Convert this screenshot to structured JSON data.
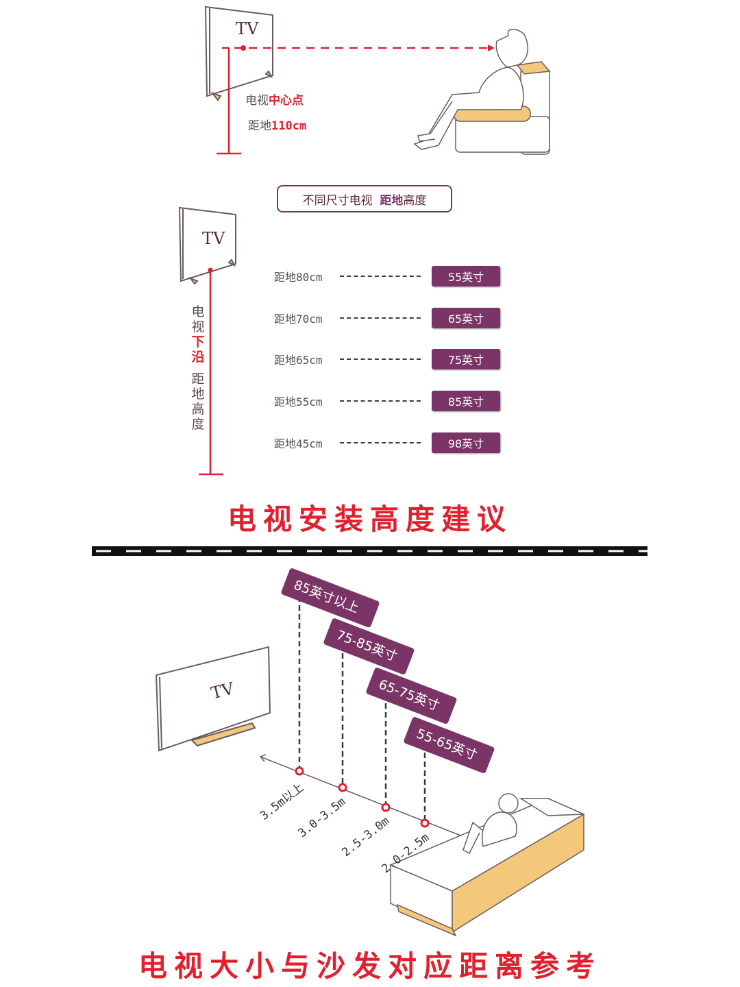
{
  "section1": {
    "tv_label": "TV",
    "center_label_plain": "电视",
    "center_label_bold": "中心点",
    "height_label_plain": "距地",
    "height_label_bold": "110cm"
  },
  "section2": {
    "title_part1": "不同尺寸电视",
    "title_part2": "距地",
    "title_part3": "高度",
    "tv_label": "TV",
    "vertical_label_1": "电视",
    "vertical_label_2": "下沿",
    "vertical_label_3": "距地高度",
    "rows": [
      {
        "distance": "距地80cm",
        "size": "55英寸"
      },
      {
        "distance": "距地70cm",
        "size": "65英寸"
      },
      {
        "distance": "距地65cm",
        "size": "75英寸"
      },
      {
        "distance": "距地55cm",
        "size": "85英寸"
      },
      {
        "distance": "距地45cm",
        "size": "98英寸"
      }
    ],
    "heading": "电视安装高度建议"
  },
  "section3": {
    "tv_label": "TV",
    "tags": [
      {
        "size": "85英寸以上",
        "distance": "3.5m以上"
      },
      {
        "size": "75-85英寸",
        "distance": "3.0-3.5m"
      },
      {
        "size": "65-75英寸",
        "distance": "2.5-3.0m"
      },
      {
        "size": "55-65英寸",
        "distance": "2.0-2.5m"
      }
    ],
    "heading": "电视大小与沙发对应距离参考"
  },
  "colors": {
    "accent_red": "#e0202f",
    "purple": "#7a3566",
    "sofa_gold": "#f3c87a"
  }
}
